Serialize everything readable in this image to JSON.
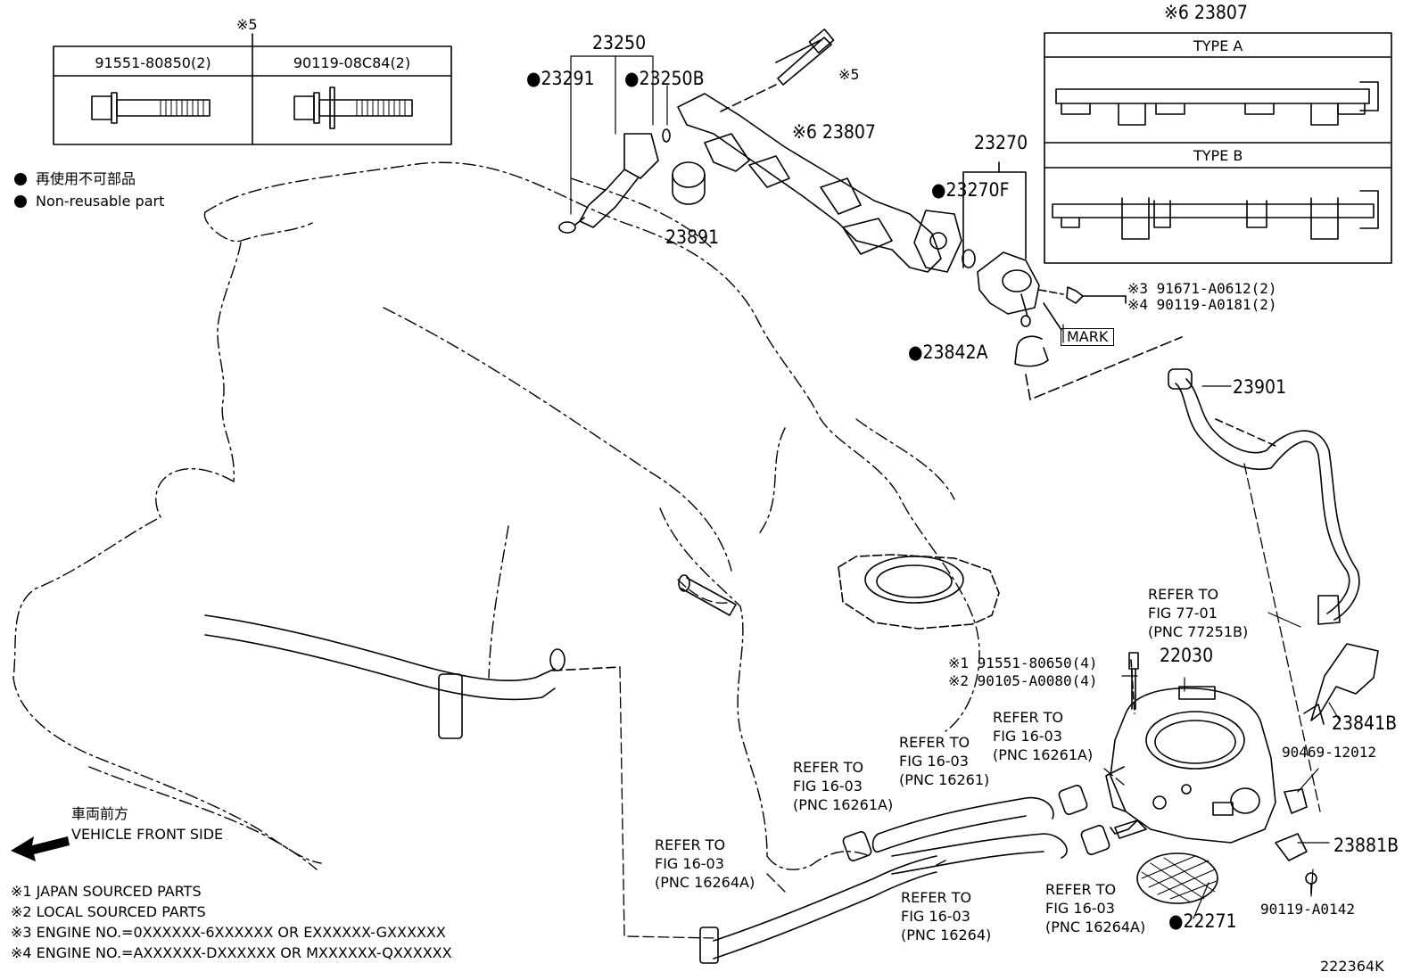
{
  "bolt_table": {
    "note_mark": "※5",
    "col1": "91551-80850(2)",
    "col2": "90119-08C84(2)"
  },
  "legend": {
    "jp": "再使用不可部品",
    "en": "Non-reusable part"
  },
  "rail_types": {
    "header": "※6 23807",
    "type_a": "TYPE A",
    "type_b": "TYPE B"
  },
  "labels": {
    "p23250": "23250",
    "p23291": "●23291",
    "p23250b": "●23250B",
    "mark5": "※5",
    "p23807": "※6 23807",
    "p23891": "23891",
    "p23270": "23270",
    "p23270f": "●23270F",
    "bolt3": "※3 91671-A0612(2)",
    "bolt4": "※4 90119-A0181(2)",
    "mark": "MARK",
    "p23842a": "●23842A",
    "p23901": "23901",
    "ref77": "REFER TO\nFIG 77-01\n(PNC 77251B)",
    "p22030": "22030",
    "bolt1": "※1 91551-80650(4)",
    "bolt2": "※2 90105-A0080(4)",
    "p23841b": "23841B",
    "p90469": "90469-12012",
    "p23881b": "23881B",
    "p90119a": "90119-A0142",
    "p22271": "●22271",
    "ref_a": "REFER TO\nFIG 16-03\n(PNC 16261A)",
    "ref_b": "REFER TO\nFIG 16-03\n(PNC 16261)",
    "ref_c": "REFER TO\nFIG 16-03\n(PNC 16261A)",
    "ref_d": "REFER TO\nFIG 16-03\n(PNC 16264A)",
    "ref_e": "REFER TO\nFIG 16-03\n(PNC 16264)",
    "ref_f": "REFER TO\nFIG 16-03\n(PNC 16264A)"
  },
  "front": {
    "jp": "車両前方",
    "en": "VEHICLE FRONT SIDE"
  },
  "notes": "※1 JAPAN SOURCED PARTS\n※2 LOCAL SOURCED PARTS\n※3 ENGINE NO.=0XXXXXX-6XXXXXX OR EXXXXXX-GXXXXXX\n※4 ENGINE NO.=AXXXXXX-DXXXXXX OR MXXXXXX-QXXXXXX",
  "figure_id": "222364K"
}
